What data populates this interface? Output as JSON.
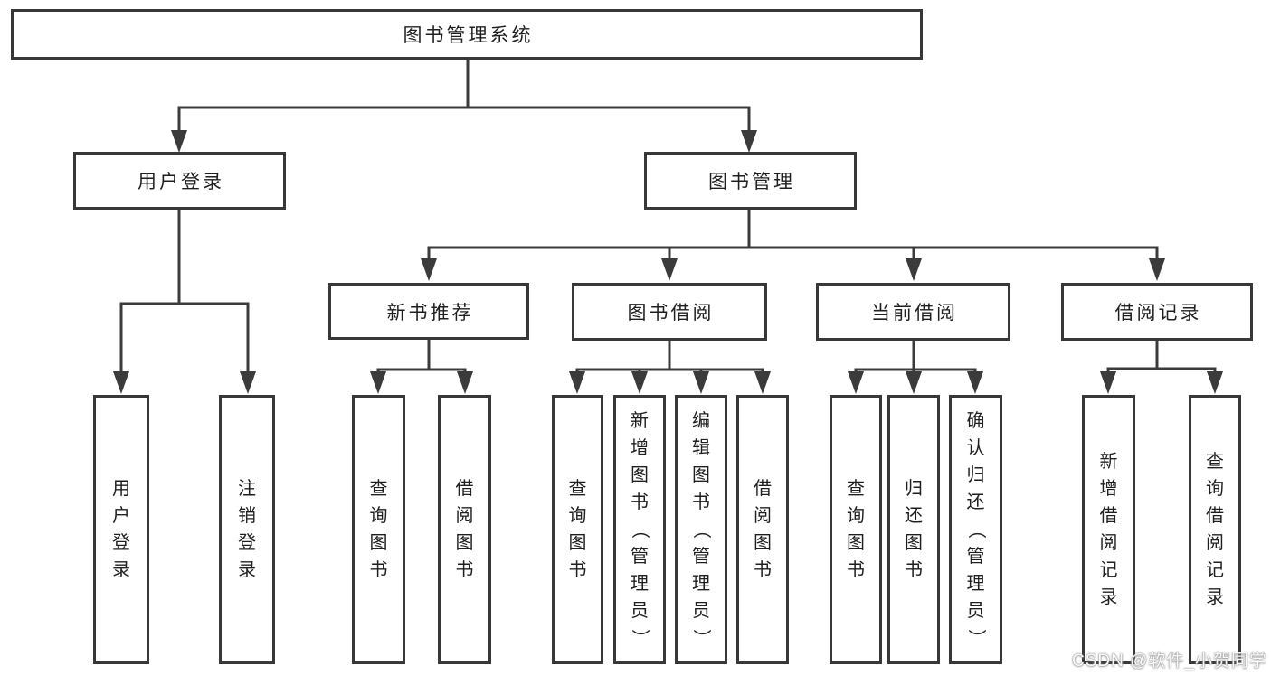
{
  "page": {
    "background": "#ffffff"
  },
  "tree": {
    "root": {
      "label": "图书管理系统"
    },
    "branches": [
      {
        "label": "用户登录",
        "children": [
          {
            "label": "用户登录"
          },
          {
            "label": "注销登录"
          }
        ]
      },
      {
        "label": "图书管理",
        "children": [
          {
            "label": "新书推荐",
            "children": [
              {
                "label": "查询图书"
              },
              {
                "label": "借阅图书"
              }
            ]
          },
          {
            "label": "图书借阅",
            "children": [
              {
                "label": "查询图书"
              },
              {
                "label": "新增图书（管理员）"
              },
              {
                "label": "编辑图书（管理员）"
              },
              {
                "label": "借阅图书"
              }
            ]
          },
          {
            "label": "当前借阅",
            "children": [
              {
                "label": "查询图书"
              },
              {
                "label": "归还图书"
              },
              {
                "label": "确认归还（管理员）"
              }
            ]
          },
          {
            "label": "借阅记录",
            "children": [
              {
                "label": "新增借阅记录"
              },
              {
                "label": "查询借阅记录"
              }
            ]
          }
        ]
      }
    ]
  },
  "watermark": {
    "text": "CSDN @软件_小贺同学"
  },
  "colors": {
    "line": "#3b3b3b",
    "box_border": "#383838",
    "text": "#1f1f1f",
    "watermark_halo": "#828282"
  }
}
